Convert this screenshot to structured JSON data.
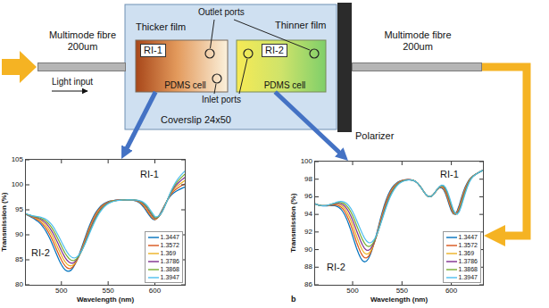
{
  "diagram": {
    "nodes": [
      {
        "text": [
          "Coverslip 24x50"
        ]
      },
      {
        "text": [
          "Thicker film",
          "RI-1",
          "PDMS cell"
        ],
        "in": 0
      },
      {
        "text": [
          "Thinner film",
          "RI-2",
          "PDMS cell"
        ],
        "in": 0
      },
      {
        "text": [
          "Polarizer"
        ]
      },
      {
        "text": [
          "Multimode fibre 200um"
        ]
      },
      {
        "text": [
          "Multimode fibre 200um"
        ]
      },
      {
        "text": [
          "RI-1",
          "RI-2"
        ]
      },
      {
        "text": [
          "RI-1",
          "RI-2"
        ]
      }
    ],
    "edges": [
      {
        "from": 1,
        "to": 6,
        "arrow": "to"
      },
      {
        "from": 2,
        "to": 7,
        "arrow": "to"
      },
      {
        "from": 5,
        "to": 7,
        "arrow": "to"
      }
    ],
    "labels": [
      "Outlet ports",
      "Inlet ports",
      "Light input",
      "105",
      "100",
      "95",
      "90",
      "85",
      "80",
      "500",
      "550",
      "600",
      "Wavelength (nm)",
      "Transmission (%)",
      "100",
      "98",
      "96",
      "94",
      "92",
      "90",
      "88",
      "86",
      "500",
      "550",
      "600",
      "Wavelength (nm)",
      "Transmission (%)",
      "b"
    ],
    "legend": [
      {
        "text": "1.3447"
      },
      {
        "text": "1.3572"
      },
      {
        "text": "1.369"
      },
      {
        "text": "1.3786"
      },
      {
        "text": "1.3868"
      },
      {
        "text": "1.3947"
      },
      {
        "text": "1.3447"
      },
      {
        "text": "1.3572"
      },
      {
        "text": "1.369"
      },
      {
        "text": "1.3786"
      },
      {
        "text": "1.3868"
      },
      {
        "text": "1.3947"
      }
    ]
  }
}
